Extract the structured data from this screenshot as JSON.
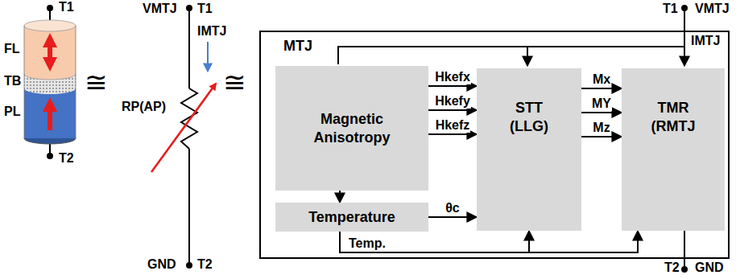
{
  "diagram": {
    "nodes": [
      {
        "text": [
          "MTJ"
        ]
      },
      {
        "text": [
          "Magnetic Anisotropy"
        ],
        "in": 0
      },
      {
        "text": [
          "Temperature"
        ],
        "in": 0
      },
      {
        "text": [
          "STT (LLG)"
        ],
        "in": 0
      },
      {
        "text": [
          "TMR (RMTJ"
        ],
        "in": 0
      }
    ],
    "edges": [
      {
        "from": 1,
        "to": 3,
        "arrow": "to",
        "label": "Hkefx"
      },
      {
        "from": 1,
        "to": 3,
        "arrow": "to",
        "label": "Hkefy"
      },
      {
        "from": 1,
        "to": 3,
        "arrow": "to",
        "label": "Hkefz"
      },
      {
        "from": 1,
        "to": 2,
        "arrow": "to"
      },
      {
        "from": 2,
        "to": 3,
        "arrow": "to",
        "label": "θc"
      },
      {
        "from": 3,
        "to": 4,
        "arrow": "to",
        "label": "Mx"
      },
      {
        "from": 3,
        "to": 4,
        "arrow": "to",
        "label": "MY"
      },
      {
        "from": 3,
        "to": 4,
        "arrow": "to",
        "label": "Mz"
      },
      {
        "from": 2,
        "to": 3,
        "arrow": "to",
        "label": "Temp."
      },
      {
        "from": 2,
        "to": 4,
        "arrow": "to"
      }
    ],
    "labels": [
      "T1",
      "FL",
      "TB",
      "PL",
      "T2",
      "≅",
      "VMTJ",
      "T1",
      "IMTJ",
      "RP(AP)",
      "GND",
      "T2",
      "≅",
      "T1",
      "VMTJ",
      "IMTJ",
      "T2",
      "GND"
    ]
  }
}
